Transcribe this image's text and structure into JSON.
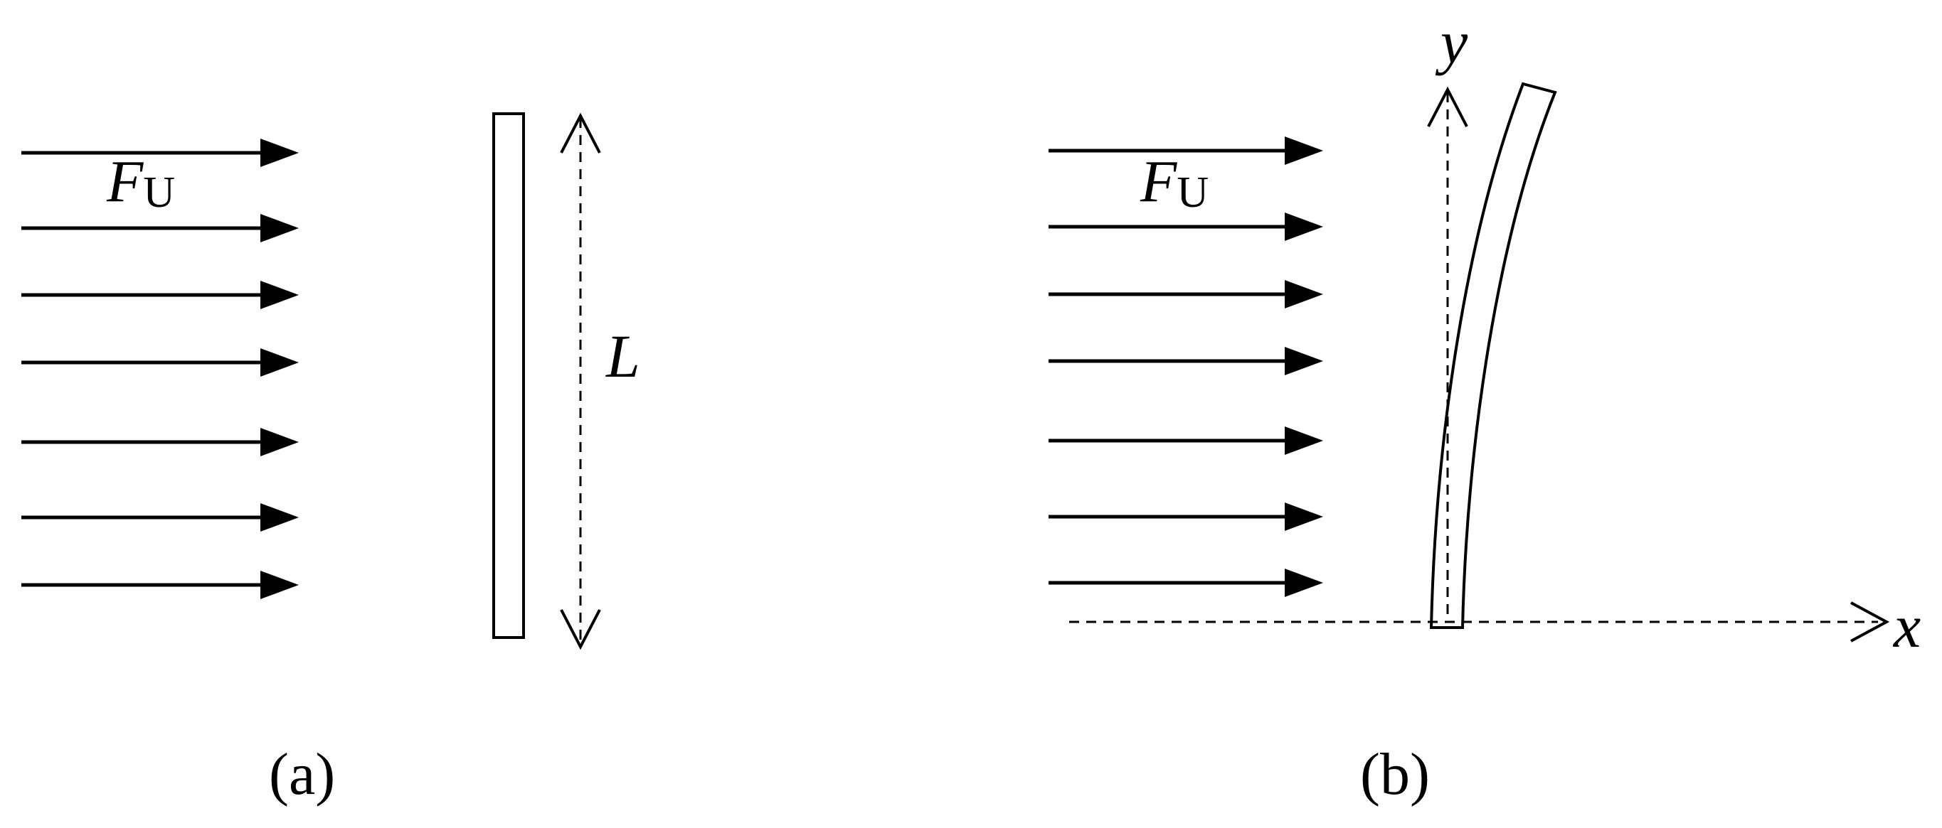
{
  "panel_a": {
    "flow_label": {
      "symbol": "F",
      "subscript": "U"
    },
    "length_label": "L",
    "caption": "(a)",
    "flow_arrow_count": 7
  },
  "panel_b": {
    "flow_label": {
      "symbol": "F",
      "subscript": "U"
    },
    "x_axis_label": "x",
    "y_axis_label": "y",
    "caption": "(b)",
    "flow_arrow_count": 7
  }
}
